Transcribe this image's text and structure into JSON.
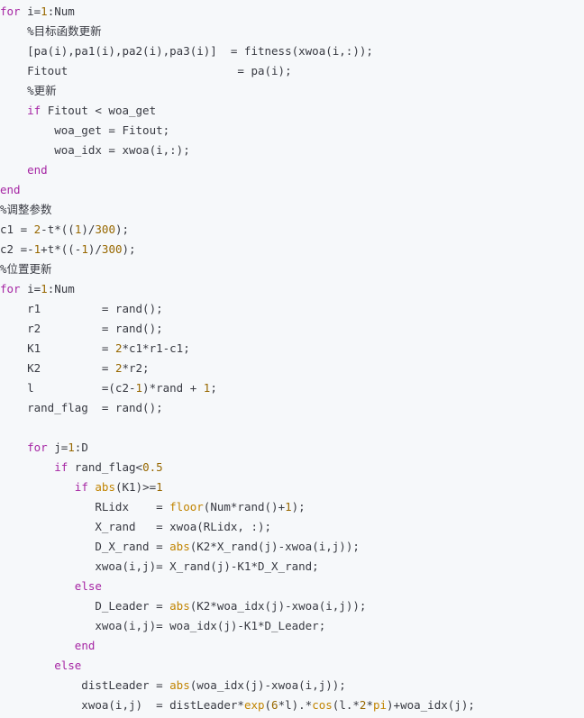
{
  "colors": {
    "background": "#f6f8fa",
    "text": "#383a42",
    "keyword": "#a626a4",
    "number": "#986801",
    "builtin": "#c18401"
  },
  "code_lines": [
    [
      [
        "kw",
        "for"
      ],
      [
        "p",
        " i="
      ],
      [
        "num",
        "1"
      ],
      [
        "p",
        ":Num"
      ]
    ],
    [
      [
        "p",
        "    %目标函数更新"
      ]
    ],
    [
      [
        "p",
        "    [pa(i),pa1(i),pa2(i),pa3(i)]  = fitness(xwoa(i,:));"
      ]
    ],
    [
      [
        "p",
        "    Fitout                         = pa(i);"
      ]
    ],
    [
      [
        "p",
        "    %更新"
      ]
    ],
    [
      [
        "p",
        "    "
      ],
      [
        "kw",
        "if"
      ],
      [
        "p",
        " Fitout < woa_get"
      ]
    ],
    [
      [
        "p",
        "        woa_get = Fitout;"
      ]
    ],
    [
      [
        "p",
        "        woa_idx = xwoa(i,:);"
      ]
    ],
    [
      [
        "p",
        "    "
      ],
      [
        "kw",
        "end"
      ]
    ],
    [
      [
        "kw",
        "end"
      ]
    ],
    [
      [
        "p",
        "%调整参数"
      ]
    ],
    [
      [
        "p",
        "c1 = "
      ],
      [
        "num",
        "2"
      ],
      [
        "p",
        "-t*(("
      ],
      [
        "num",
        "1"
      ],
      [
        "p",
        ")/"
      ],
      [
        "num",
        "300"
      ],
      [
        "p",
        ");"
      ]
    ],
    [
      [
        "p",
        "c2 =-"
      ],
      [
        "num",
        "1"
      ],
      [
        "p",
        "+t*((-"
      ],
      [
        "num",
        "1"
      ],
      [
        "p",
        ")/"
      ],
      [
        "num",
        "300"
      ],
      [
        "p",
        ");"
      ]
    ],
    [
      [
        "p",
        "%位置更新"
      ]
    ],
    [
      [
        "kw",
        "for"
      ],
      [
        "p",
        " i="
      ],
      [
        "num",
        "1"
      ],
      [
        "p",
        ":Num"
      ]
    ],
    [
      [
        "p",
        "    r1         = rand();"
      ]
    ],
    [
      [
        "p",
        "    r2         = rand();"
      ]
    ],
    [
      [
        "p",
        "    K1         = "
      ],
      [
        "num",
        "2"
      ],
      [
        "p",
        "*c1*r1-c1;"
      ]
    ],
    [
      [
        "p",
        "    K2         = "
      ],
      [
        "num",
        "2"
      ],
      [
        "p",
        "*r2;"
      ]
    ],
    [
      [
        "p",
        "    l          =(c2-"
      ],
      [
        "num",
        "1"
      ],
      [
        "p",
        ")*rand + "
      ],
      [
        "num",
        "1"
      ],
      [
        "p",
        ";"
      ]
    ],
    [
      [
        "p",
        "    rand_flag  = rand();"
      ]
    ],
    [
      [
        "p",
        ""
      ]
    ],
    [
      [
        "p",
        "    "
      ],
      [
        "kw",
        "for"
      ],
      [
        "p",
        " j="
      ],
      [
        "num",
        "1"
      ],
      [
        "p",
        ":D"
      ]
    ],
    [
      [
        "p",
        "        "
      ],
      [
        "kw",
        "if"
      ],
      [
        "p",
        " rand_flag<"
      ],
      [
        "num",
        "0.5"
      ]
    ],
    [
      [
        "p",
        "           "
      ],
      [
        "kw",
        "if"
      ],
      [
        "p",
        " "
      ],
      [
        "fn",
        "abs"
      ],
      [
        "p",
        "(K1)>="
      ],
      [
        "num",
        "1"
      ]
    ],
    [
      [
        "p",
        "              RLidx    = "
      ],
      [
        "fn",
        "floor"
      ],
      [
        "p",
        "(Num*rand()+"
      ],
      [
        "num",
        "1"
      ],
      [
        "p",
        ");"
      ]
    ],
    [
      [
        "p",
        "              X_rand   = xwoa(RLidx, :);"
      ]
    ],
    [
      [
        "p",
        "              D_X_rand = "
      ],
      [
        "fn",
        "abs"
      ],
      [
        "p",
        "(K2*X_rand(j)-xwoa(i,j));"
      ]
    ],
    [
      [
        "p",
        "              xwoa(i,j)= X_rand(j)-K1*D_X_rand;"
      ]
    ],
    [
      [
        "p",
        "           "
      ],
      [
        "kw",
        "else"
      ]
    ],
    [
      [
        "p",
        "              D_Leader = "
      ],
      [
        "fn",
        "abs"
      ],
      [
        "p",
        "(K2*woa_idx(j)-xwoa(i,j));"
      ]
    ],
    [
      [
        "p",
        "              xwoa(i,j)= woa_idx(j)-K1*D_Leader;"
      ]
    ],
    [
      [
        "p",
        "           "
      ],
      [
        "kw",
        "end"
      ]
    ],
    [
      [
        "p",
        "        "
      ],
      [
        "kw",
        "else"
      ]
    ],
    [
      [
        "p",
        "            distLeader = "
      ],
      [
        "fn",
        "abs"
      ],
      [
        "p",
        "(woa_idx(j)-xwoa(i,j));"
      ]
    ],
    [
      [
        "p",
        "            xwoa(i,j)  = distLeader*"
      ],
      [
        "fn",
        "exp"
      ],
      [
        "p",
        "("
      ],
      [
        "num",
        "6"
      ],
      [
        "p",
        "*l).*"
      ],
      [
        "fn",
        "cos"
      ],
      [
        "p",
        "(l.*"
      ],
      [
        "num",
        "2"
      ],
      [
        "p",
        "*"
      ],
      [
        "fn",
        "pi"
      ],
      [
        "p",
        ")+woa_idx(j);"
      ]
    ]
  ]
}
